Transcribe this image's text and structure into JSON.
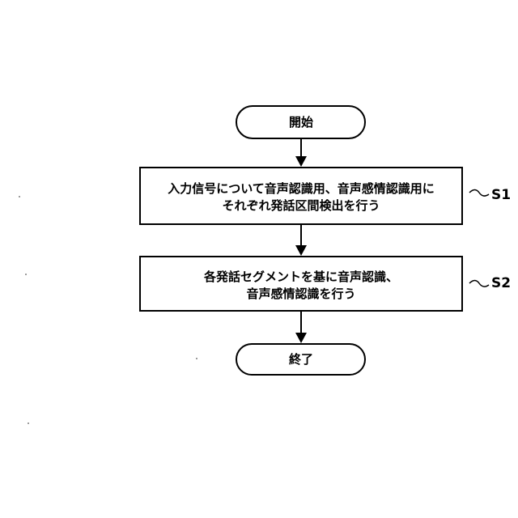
{
  "flowchart": {
    "start": {
      "label": "開始"
    },
    "steps": [
      {
        "id": "S1",
        "lines": [
          "入力信号について音声認識用、音声感情認識用に",
          "それぞれ発話区間検出を行う"
        ]
      },
      {
        "id": "S2",
        "lines": [
          "各発話セグメントを基に音声認識、",
          "音声感情認識を行う"
        ]
      }
    ],
    "end": {
      "label": "終了"
    }
  }
}
